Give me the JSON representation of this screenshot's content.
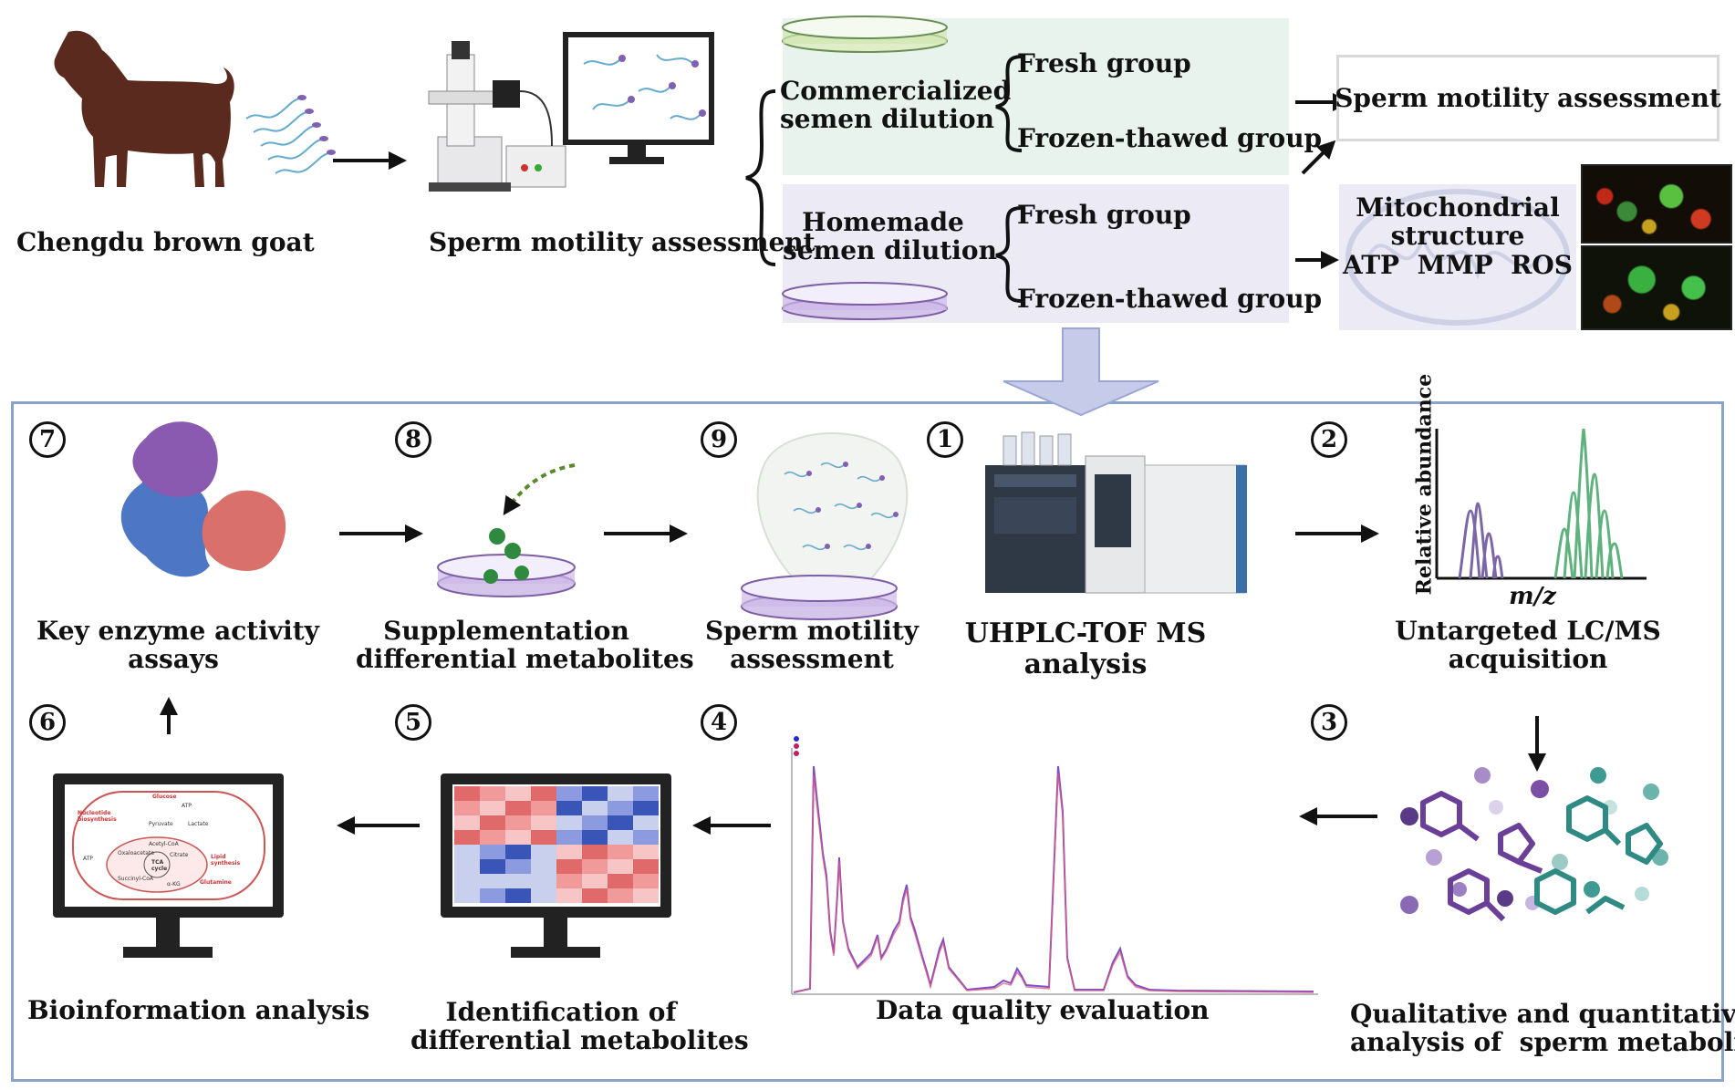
{
  "top": {
    "goat_label": "Chengdu brown goat",
    "sperm_motility_label": "Sperm motility assessment",
    "commercial_label": "Commercialized\nsemen dilution",
    "homemade_label": "Homemade\nsemen dilution",
    "fresh_group_1": "Fresh group",
    "frozen_group_1": "Frozen-thawed group",
    "fresh_group_2": "Fresh group",
    "frozen_group_2": "Frozen-thawed group",
    "motility_box_label": "Sperm motility assessment",
    "mito_label": "Mitochondrial\nstructure\nATP  MMP  ROS"
  },
  "steps": [
    {
      "num": "7",
      "label": "Key enzyme activity\nassays"
    },
    {
      "num": "8",
      "label": "Supplementation\ndifferential metabolites"
    },
    {
      "num": "9",
      "label": "Sperm motility\nassessment"
    },
    {
      "num": "1",
      "label": "UHPLC-TOF MS\nanalysis"
    },
    {
      "num": "2",
      "label": "Untargeted LC/MS\nacquisition"
    },
    {
      "num": "3",
      "label": "Qualitative and quantitative\nanalysis of  sperm metabolites"
    },
    {
      "num": "4",
      "label": "Data quality evaluation"
    },
    {
      "num": "5",
      "label": "Identification of\ndifferential metabolites"
    },
    {
      "num": "6",
      "label": "Bioinformation analysis"
    }
  ],
  "spectrum": {
    "ylabel": "Relative abundance",
    "xlabel": "m/z"
  },
  "pathway": {
    "glucose": "Glucose",
    "atp_top": "ATP",
    "nucleotide": "Nucleotide\nbiosynthesis",
    "pyruvate": "Pyruvate",
    "lactate": "Lactate",
    "acetyl": "Acetyl-CoA",
    "oxaloacetate": "Oxaloacetate",
    "citrate": "Citrate",
    "tca": "TCA\ncycle",
    "lipid": "Lipid\nsynthesis",
    "atp_left": "ATP",
    "succinyl": "Succinyl-CoA",
    "akg": "α-KG",
    "glutamine": "Glutamine"
  },
  "colors": {
    "goat": "#5a2a1e",
    "frame": "#8aa3c9",
    "green_panel": "#e8f3ee",
    "purple_panel": "#ebeaf5",
    "big_arrow": "#c5cbe8"
  }
}
